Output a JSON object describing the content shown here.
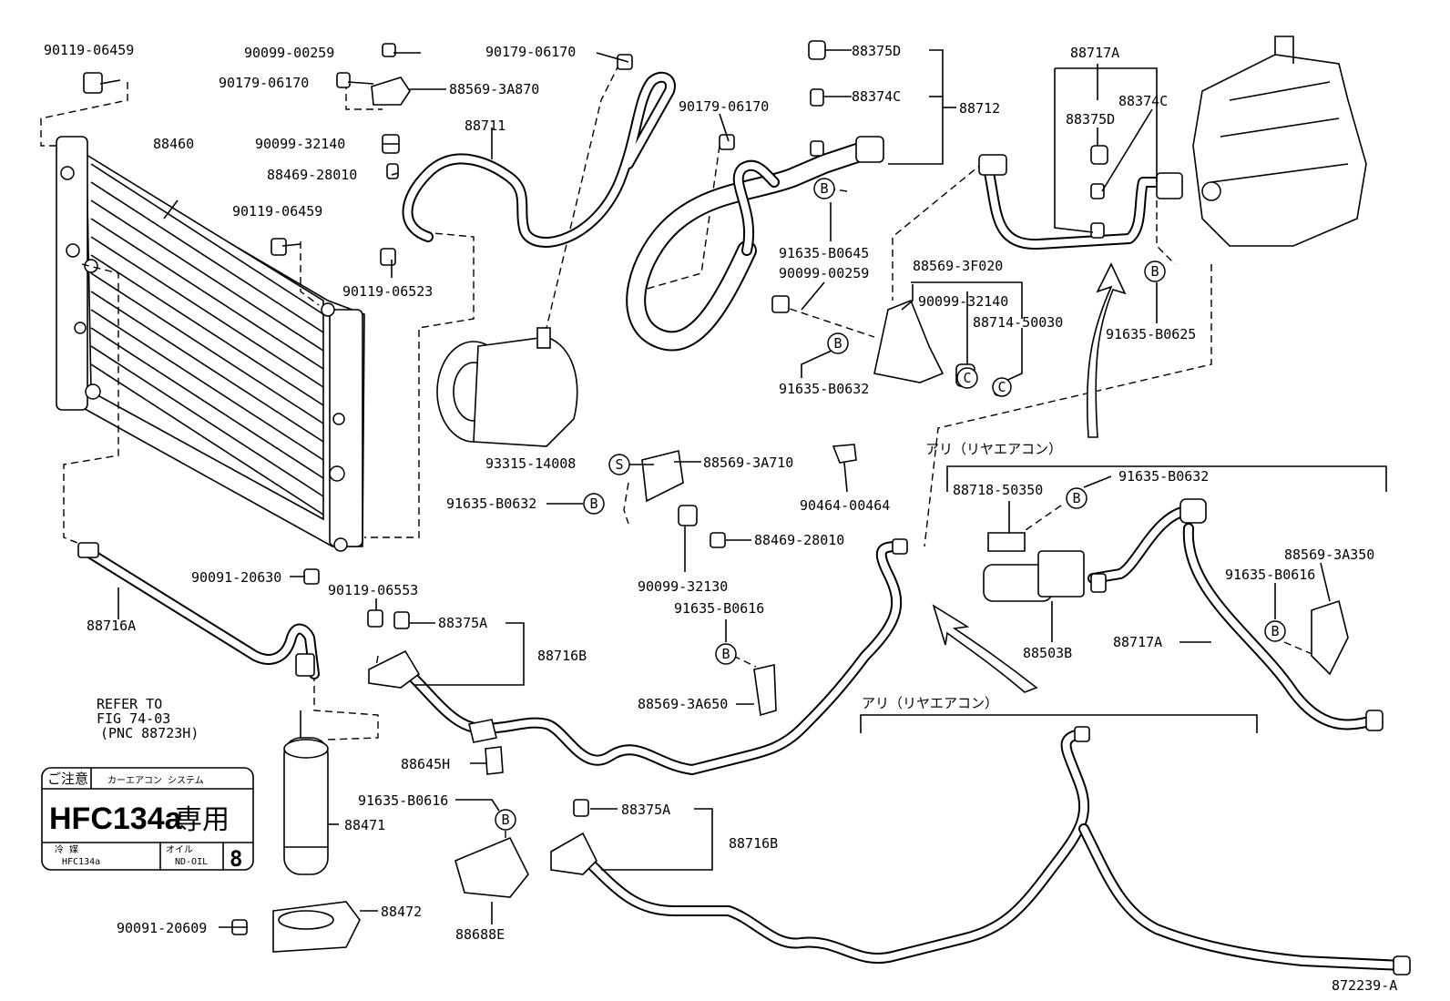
{
  "labels": {
    "p90119_06459_a": "90119-06459",
    "p90099_00259_a": "90099-00259",
    "p90179_06170_a": "90179-06170",
    "p88569_3A870": "88569-3A870",
    "p90099_32140_a": "90099-32140",
    "p88469_28010_a": "88469-28010",
    "p88460": "88460",
    "p90119_06459_b": "90119-06459",
    "p90119_06523": "90119-06523",
    "p90179_06170_b": "90179-06170",
    "p88711": "88711",
    "p90179_06170_c": "90179-06170",
    "p88375D_a": "88375D",
    "p88374C_a": "88374C",
    "p88712": "88712",
    "p91635_B0645": "91635-B0645",
    "p90099_00259_b": "90099-00259",
    "p88569_3F020": "88569-3F020",
    "p90099_32140_b": "90099-32140",
    "p88714_50030": "88714-50030",
    "p91635_B0632_a": "91635-B0632",
    "p88717A_a": "88717A",
    "p88375D_b": "88375D",
    "p88374C_b": "88374C",
    "p91635_B0625": "91635-B0625",
    "p93315_14008": "93315-14008",
    "p88569_3A710": "88569-3A710",
    "p91635_B0632_b": "91635-B0632",
    "p88469_28010_b": "88469-28010",
    "p90099_32130": "90099-32130",
    "p90464_00464": "90464-00464",
    "p91635_B0616_a": "91635-B0616",
    "p88569_3A650": "88569-3A650",
    "p90091_20630": "90091-20630",
    "p88716A": "88716A",
    "p90119_06553": "90119-06553",
    "p88375A_a": "88375A",
    "p88716B_a": "88716B",
    "p88645H": "88645H",
    "p88471": "88471",
    "p88472": "88472",
    "p90091_20609": "90091-20609",
    "p91635_B0616_b": "91635-B0616",
    "p88688E": "88688E",
    "p88375A_b": "88375A",
    "p88716B_b": "88716B",
    "p88718_50350": "88718-50350",
    "p91635_B0632_c": "91635-B0632",
    "p88503B": "88503B",
    "p91635_B0616_c": "91635-B0616",
    "p88569_3A350": "88569-3A350",
    "p88717A_b": "88717A",
    "figure_id": "872239-A"
  },
  "group_labels": {
    "rear_ac_1": "アリ（リヤエアコン）",
    "rear_ac_2": "アリ（リヤエアコン）"
  },
  "refer": {
    "line1": "REFER TO",
    "line2": "FIG 74-03",
    "line3": "(PNC 88723H)"
  },
  "hfc_label": {
    "caution": "ご注意",
    "system": "カーエアコン システム",
    "refrigerant": "HFC134a",
    "exclusive": "専用",
    "coolant_kind": "冷 媒",
    "coolant_value": "HFC134a",
    "oil_kind": "オイル",
    "oil_value": "ND-OIL",
    "oil_number": "8"
  },
  "markers": {
    "B": "B",
    "C": "C",
    "S": "S"
  }
}
